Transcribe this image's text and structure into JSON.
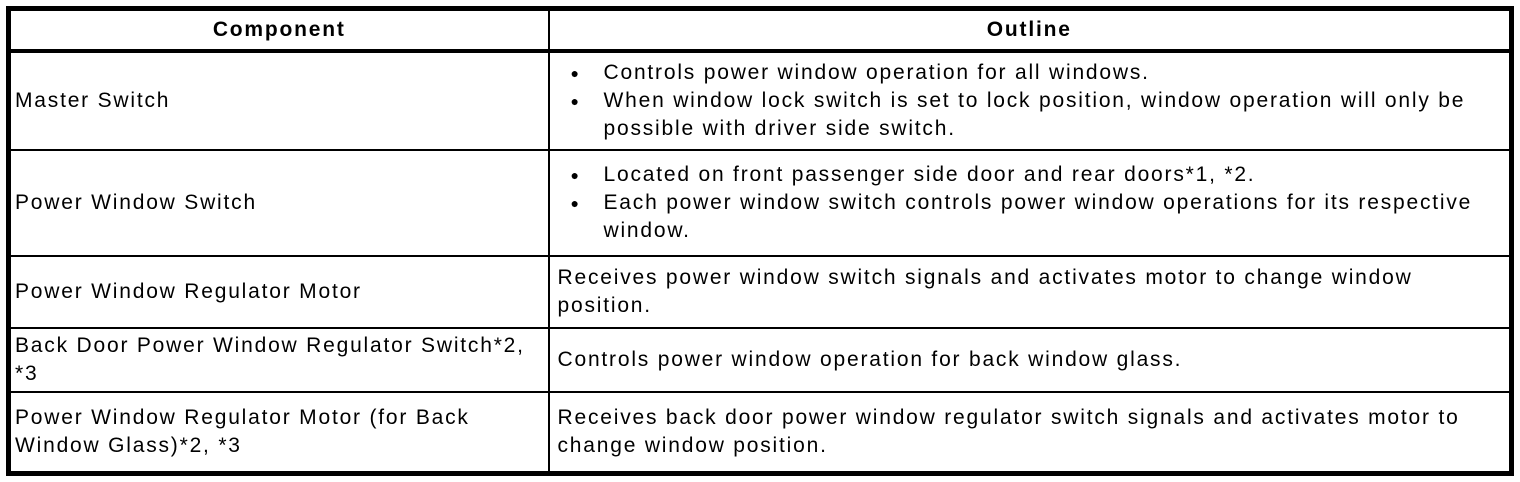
{
  "colors": {
    "border": "#000000",
    "text": "#000000",
    "background": "#ffffff"
  },
  "icons": {
    "bullet": "●"
  },
  "table": {
    "columns": [
      {
        "label": "Component"
      },
      {
        "label": "Outline"
      }
    ],
    "rows": [
      {
        "component": "Master Switch",
        "outline_bullets": [
          "Controls power window operation for all windows.",
          "When window lock switch is set to lock position, window operation will only be possible with driver side switch."
        ]
      },
      {
        "component": "Power Window Switch",
        "outline_bullets": [
          "Located on front passenger side door and rear doors*1, *2.",
          "Each power window switch controls power window operations for its respective window."
        ]
      },
      {
        "component": "Power Window Regulator Motor",
        "outline_text": "Receives power window switch signals and activates motor to change window position."
      },
      {
        "component": "Back Door Power Window Regulator Switch*2, *3",
        "outline_text": "Controls power window operation for back window glass."
      },
      {
        "component": "Power Window Regulator Motor (for Back Window Glass)*2, *3",
        "outline_text": "Receives back door power window regulator switch signals and activates motor to change window position."
      }
    ]
  }
}
